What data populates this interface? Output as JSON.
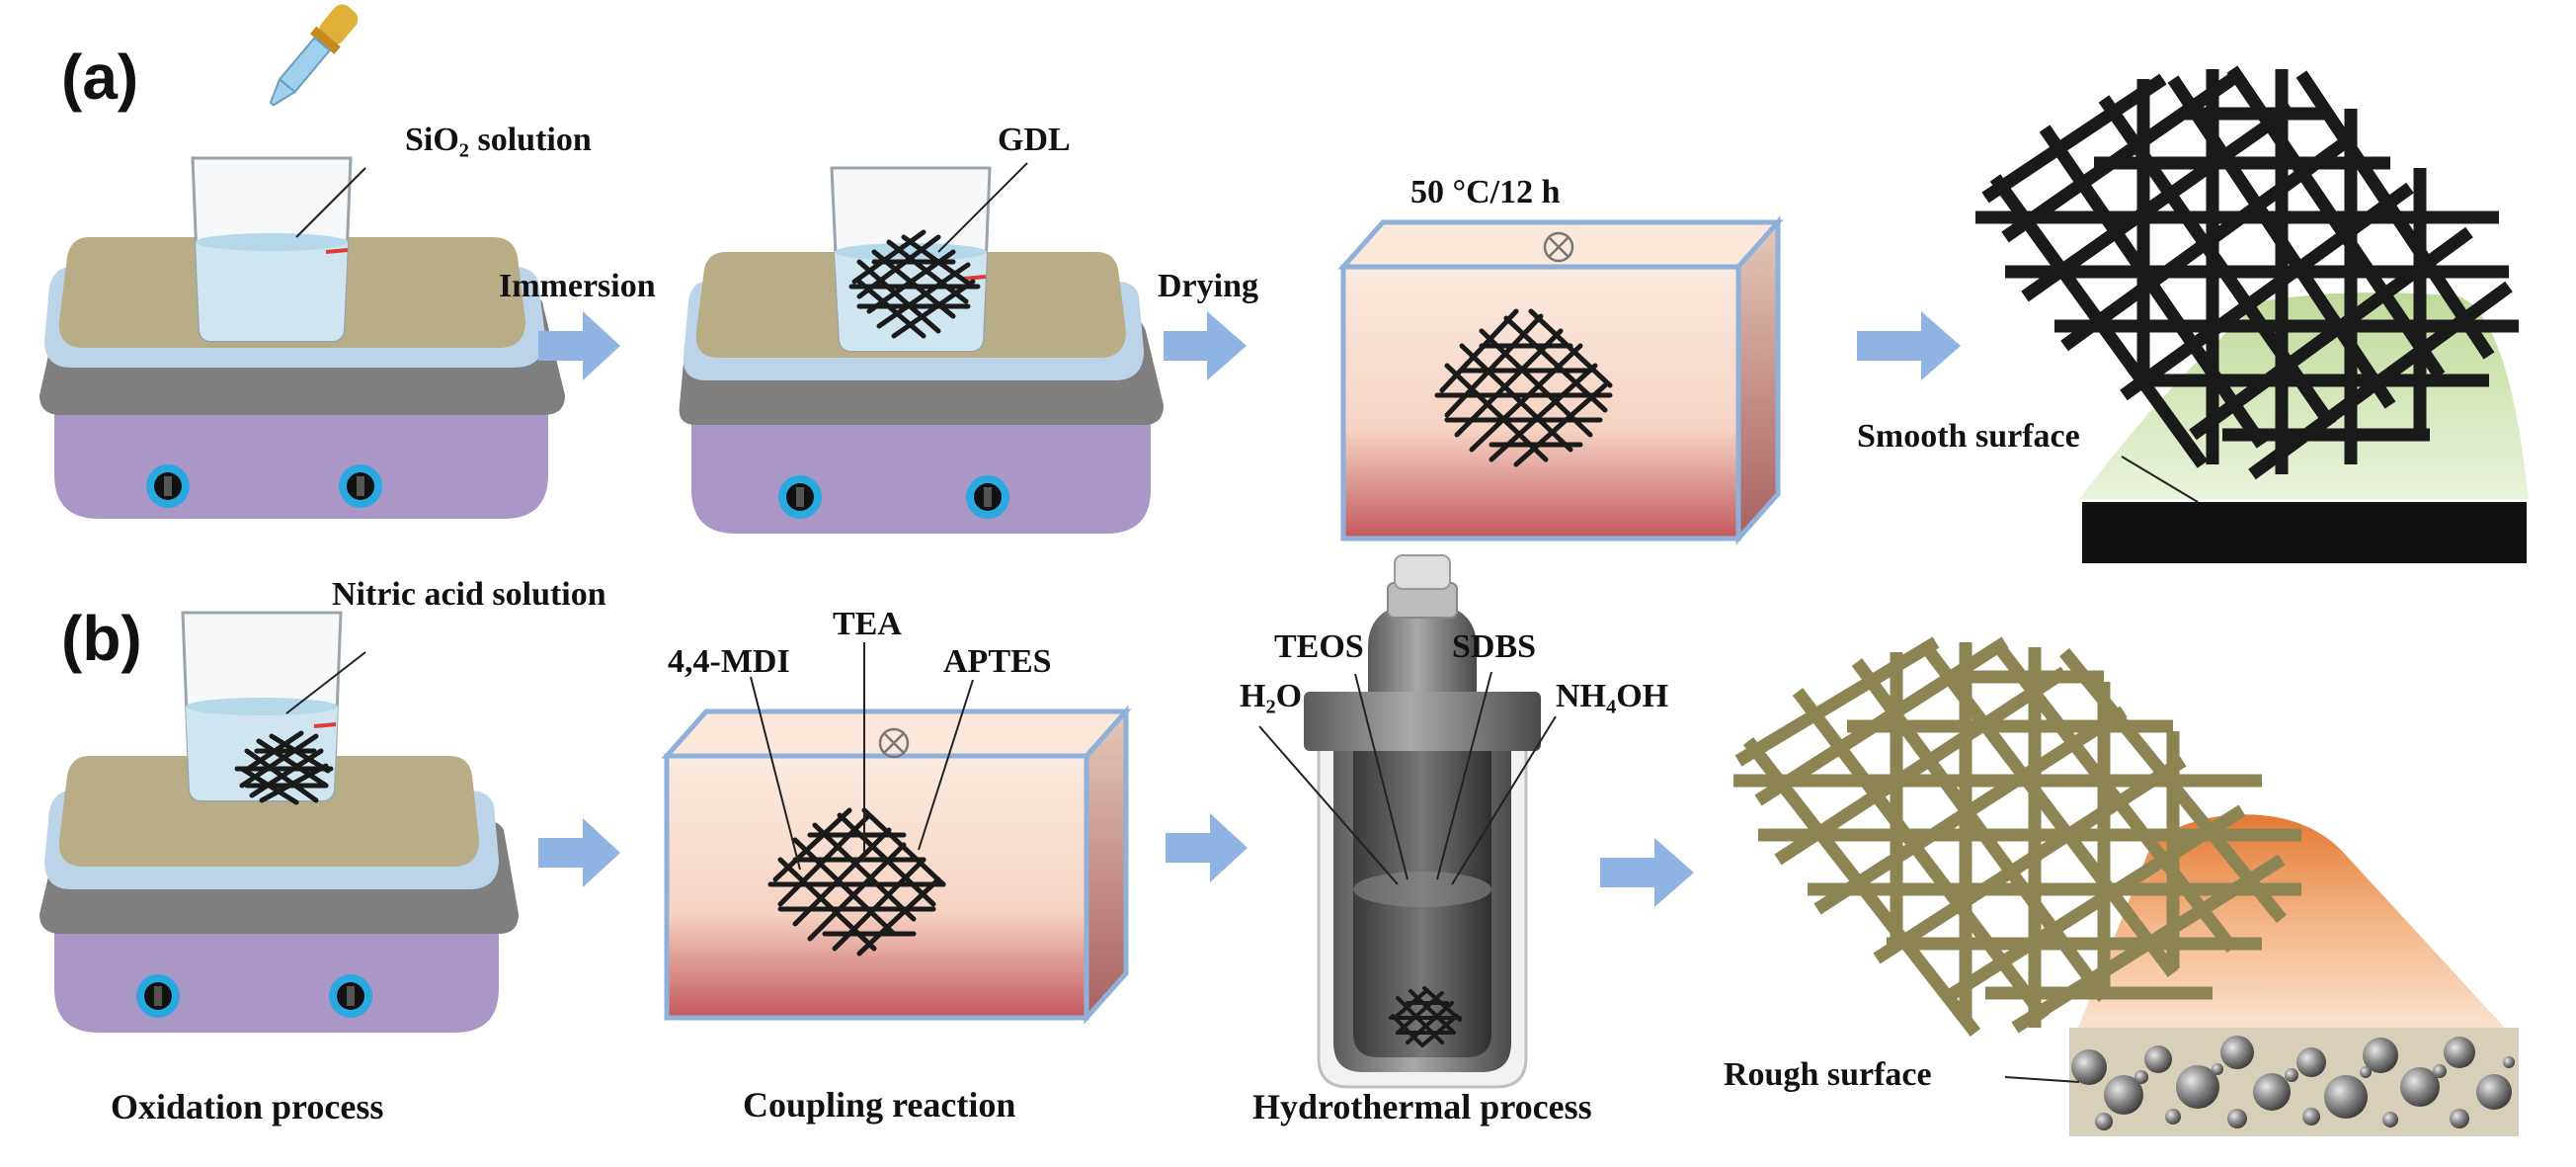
{
  "panels": {
    "a": {
      "label": "(a)",
      "reagent": "SiO₂ solution",
      "gdl": "GDL",
      "step1": "Immersion",
      "step2": "Drying",
      "condition": "50 °C/12 h",
      "surface": "Smooth surface"
    },
    "b": {
      "label": "(b)",
      "reagent": "Nitric acid solution",
      "coupling_reagents": [
        "4,4-MDI",
        "TEA",
        "APTES"
      ],
      "hydrothermal_reagents": [
        "H₂O",
        "TEOS",
        "SDBS",
        "NH₄OH"
      ],
      "surface": "Rough surface"
    }
  },
  "captions": [
    "Oxidation process",
    "Coupling reaction",
    "Hydrothermal process"
  ],
  "colors": {
    "arrow": "#8fb4e3",
    "hotplate_top": "#b7ad88",
    "hotplate_plate": "#bcd4ea",
    "hotplate_base": "#808080",
    "hotplate_body": "#ab96c8",
    "knob": "#2aa8e0",
    "liquid": "#cfe6f1",
    "box_edge": "#8fb1d9",
    "box_fill_top": "#fbe8da",
    "box_fill_bottom": "#c25a5e",
    "fiber_dark": "#1a1a1a",
    "fiber_coated": "#8c8553",
    "glow_green": "#bcd89a",
    "glow_orange": "#e0782b"
  },
  "icons": [
    "dropper-icon",
    "beaker-icon",
    "hotplate-icon",
    "oven-icon",
    "autoclave-icon",
    "fiber-mesh-icon",
    "arrow-right-icon",
    "cross-circle-icon"
  ]
}
